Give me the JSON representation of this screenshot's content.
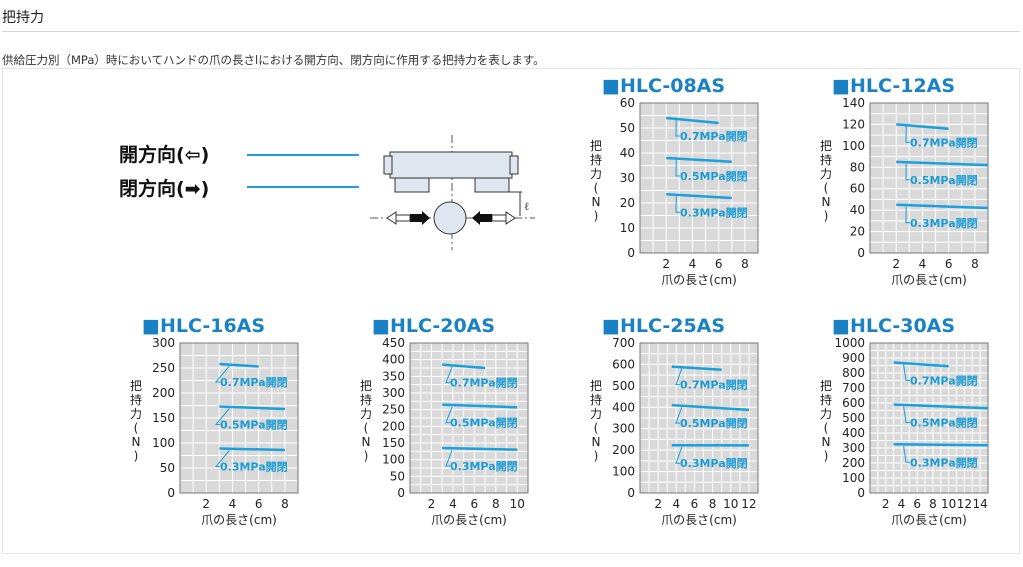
{
  "page": {
    "title": "把持力",
    "description": "供給圧力別（MPa）時においてハンドの爪の長さlにおける開方向、閉方向に作用する把持力を表します。"
  },
  "legend": {
    "open_label": "開方向(⇦)",
    "close_label": "閉方向(➡)",
    "line_color": "#1aa0dc",
    "length_symbol": "ℓ"
  },
  "colors": {
    "series_line": "#1aa0dc",
    "title_blue": "#1a82c4",
    "plot_bg": "#d9d9d9",
    "grid": "#ffffff"
  },
  "chart_data": [
    {
      "type": "line",
      "title": "■HLC-08AS",
      "xlabel": "爪の長さ(cm)",
      "ylabel": "把持力(N)",
      "xlim": [
        0,
        9
      ],
      "ylim": [
        0,
        60
      ],
      "xticks": [
        2,
        4,
        6,
        8
      ],
      "yticks": [
        0,
        10,
        20,
        30,
        40,
        50,
        60
      ],
      "grid": true,
      "series": [
        {
          "name": "0.7MPa開閉",
          "x": [
            2,
            6
          ],
          "y": [
            54,
            52
          ]
        },
        {
          "name": "0.5MPa開閉",
          "x": [
            2,
            7
          ],
          "y": [
            38,
            36.5
          ]
        },
        {
          "name": "0.3MPa開閉",
          "x": [
            2,
            7
          ],
          "y": [
            23.5,
            22
          ]
        }
      ]
    },
    {
      "type": "line",
      "title": "■HLC-12AS",
      "xlabel": "爪の長さ(cm)",
      "ylabel": "把持力(N)",
      "xlim": [
        0,
        9
      ],
      "ylim": [
        0,
        140
      ],
      "xticks": [
        2,
        4,
        6,
        8
      ],
      "yticks": [
        0,
        20,
        40,
        60,
        80,
        100,
        120,
        140
      ],
      "grid": true,
      "series": [
        {
          "name": "0.7MPa開閉",
          "x": [
            2,
            6
          ],
          "y": [
            120,
            116
          ]
        },
        {
          "name": "0.5MPa開閉",
          "x": [
            2,
            9
          ],
          "y": [
            85,
            82
          ]
        },
        {
          "name": "0.3MPa開閉",
          "x": [
            2,
            9
          ],
          "y": [
            45,
            42
          ]
        }
      ]
    },
    {
      "type": "line",
      "title": "■HLC-16AS",
      "xlabel": "爪の長さ(cm)",
      "ylabel": "把持力(N)",
      "xlim": [
        0,
        9
      ],
      "ylim": [
        0,
        300
      ],
      "xticks": [
        2,
        4,
        6,
        8
      ],
      "yticks": [
        0,
        50,
        100,
        150,
        200,
        250,
        300
      ],
      "grid": true,
      "series": [
        {
          "name": "0.7MPa開閉",
          "x": [
            3,
            6
          ],
          "y": [
            258,
            253
          ]
        },
        {
          "name": "0.5MPa開閉",
          "x": [
            3,
            8
          ],
          "y": [
            173,
            168
          ]
        },
        {
          "name": "0.3MPa開閉",
          "x": [
            3,
            8
          ],
          "y": [
            89,
            86
          ]
        }
      ]
    },
    {
      "type": "line",
      "title": "■HLC-20AS",
      "xlabel": "爪の長さ(cm)",
      "ylabel": "把持力(N)",
      "xlim": [
        0,
        11
      ],
      "ylim": [
        0,
        450
      ],
      "xticks": [
        2,
        4,
        6,
        8,
        10
      ],
      "yticks": [
        0,
        50,
        100,
        150,
        200,
        250,
        300,
        350,
        400,
        450
      ],
      "grid": true,
      "series": [
        {
          "name": "0.7MPa開閉",
          "x": [
            3,
            7
          ],
          "y": [
            385,
            375
          ]
        },
        {
          "name": "0.5MPa開閉",
          "x": [
            3,
            10
          ],
          "y": [
            265,
            257
          ]
        },
        {
          "name": "0.3MPa開閉",
          "x": [
            3,
            10
          ],
          "y": [
            135,
            130
          ]
        }
      ]
    },
    {
      "type": "line",
      "title": "■HLC-25AS",
      "xlabel": "爪の長さ(cm)",
      "ylabel": "把持力(N)",
      "xlim": [
        0,
        13
      ],
      "ylim": [
        0,
        700
      ],
      "xticks": [
        2,
        4,
        6,
        8,
        10,
        12
      ],
      "yticks": [
        0,
        100,
        200,
        300,
        400,
        500,
        600,
        700
      ],
      "grid": true,
      "series": [
        {
          "name": "0.7MPa開閉",
          "x": [
            3.5,
            9
          ],
          "y": [
            590,
            575
          ]
        },
        {
          "name": "0.5MPa開閉",
          "x": [
            3.5,
            12
          ],
          "y": [
            410,
            388
          ]
        },
        {
          "name": "0.3MPa開閉",
          "x": [
            3.5,
            12
          ],
          "y": [
            223,
            222
          ]
        }
      ]
    },
    {
      "type": "line",
      "title": "■HLC-30AS",
      "xlabel": "爪の長さ(cm)",
      "ylabel": "把持力(N)",
      "xlim": [
        0,
        15
      ],
      "ylim": [
        0,
        1000
      ],
      "xticks": [
        2,
        4,
        6,
        8,
        10,
        12,
        14
      ],
      "yticks": [
        0,
        100,
        200,
        300,
        400,
        500,
        600,
        700,
        800,
        900,
        1000
      ],
      "grid": true,
      "series": [
        {
          "name": "0.7MPa開閉",
          "x": [
            3,
            10
          ],
          "y": [
            870,
            845
          ]
        },
        {
          "name": "0.5MPa開閉",
          "x": [
            3,
            15
          ],
          "y": [
            590,
            565
          ]
        },
        {
          "name": "0.3MPa開閉",
          "x": [
            3,
            15
          ],
          "y": [
            325,
            318
          ]
        }
      ]
    }
  ]
}
